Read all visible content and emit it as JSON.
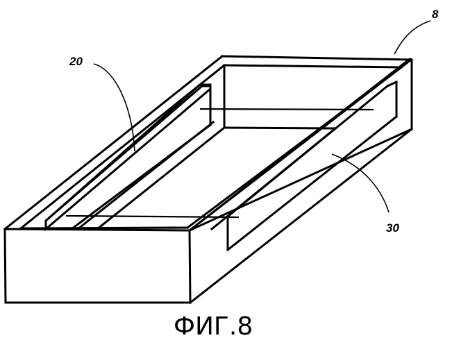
{
  "figure": {
    "caption": "ФИГ.8",
    "labels": {
      "box": "8",
      "left_plate": "20",
      "right_plate": "30"
    }
  }
}
